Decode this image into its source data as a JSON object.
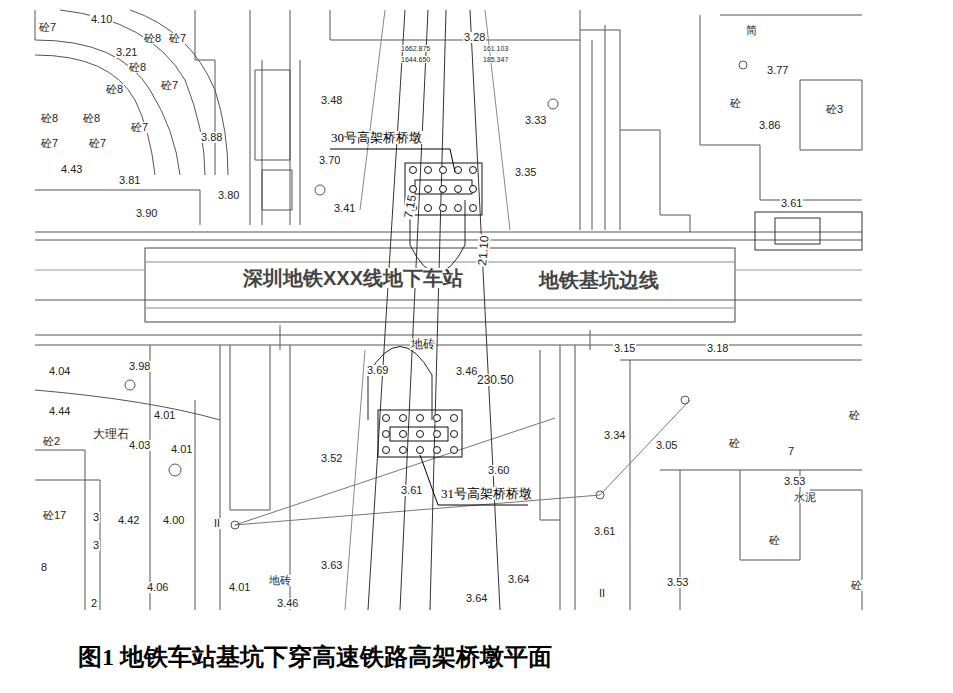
{
  "diagram": {
    "caption": "图1 地铁车站基坑下穿高速铁路高架桥墩平面",
    "labels": [
      "4.10",
      "砼7",
      "砼8",
      "砼7",
      "3.21",
      "砼8",
      "砼7",
      "砼8",
      "砼8",
      "砼8",
      "砼7",
      "砼7",
      "砼7",
      "3.88",
      "3.81",
      "3.80",
      "3.90",
      "4.43",
      "3.28",
      "3.48",
      "3.70",
      "3.41",
      "3.33",
      "3.35",
      "简",
      "3.77",
      "砼",
      "3.86",
      "砼3",
      "3.61",
      "1662.875",
      "1644.650",
      "161.103",
      "185.347",
      "30号高架桥桥墩",
      "7.15",
      "21.10",
      "深圳地铁XXX线地下车站",
      "地铁基坑边线",
      "地砖",
      "3.69",
      "3.46",
      "230.50",
      "3.15",
      "3.18",
      "3.98",
      "4.04",
      "4.44",
      "4.01",
      "4.03",
      "4.01",
      "大理石",
      "砼2",
      "3.52",
      "3.60",
      "3.61",
      "31号高架桥桥墩",
      "3.34",
      "3.05",
      "砼",
      "砼",
      "7",
      "3.53",
      "水泥",
      "3.61",
      "砼",
      "砼17",
      "3",
      "3",
      "8",
      "2",
      "4.42",
      "4.00",
      "4.06",
      "4.01",
      "地砖",
      "3.46",
      "3.63",
      "3.64",
      "3.64",
      "3.53",
      "砼",
      "II",
      "II"
    ]
  }
}
